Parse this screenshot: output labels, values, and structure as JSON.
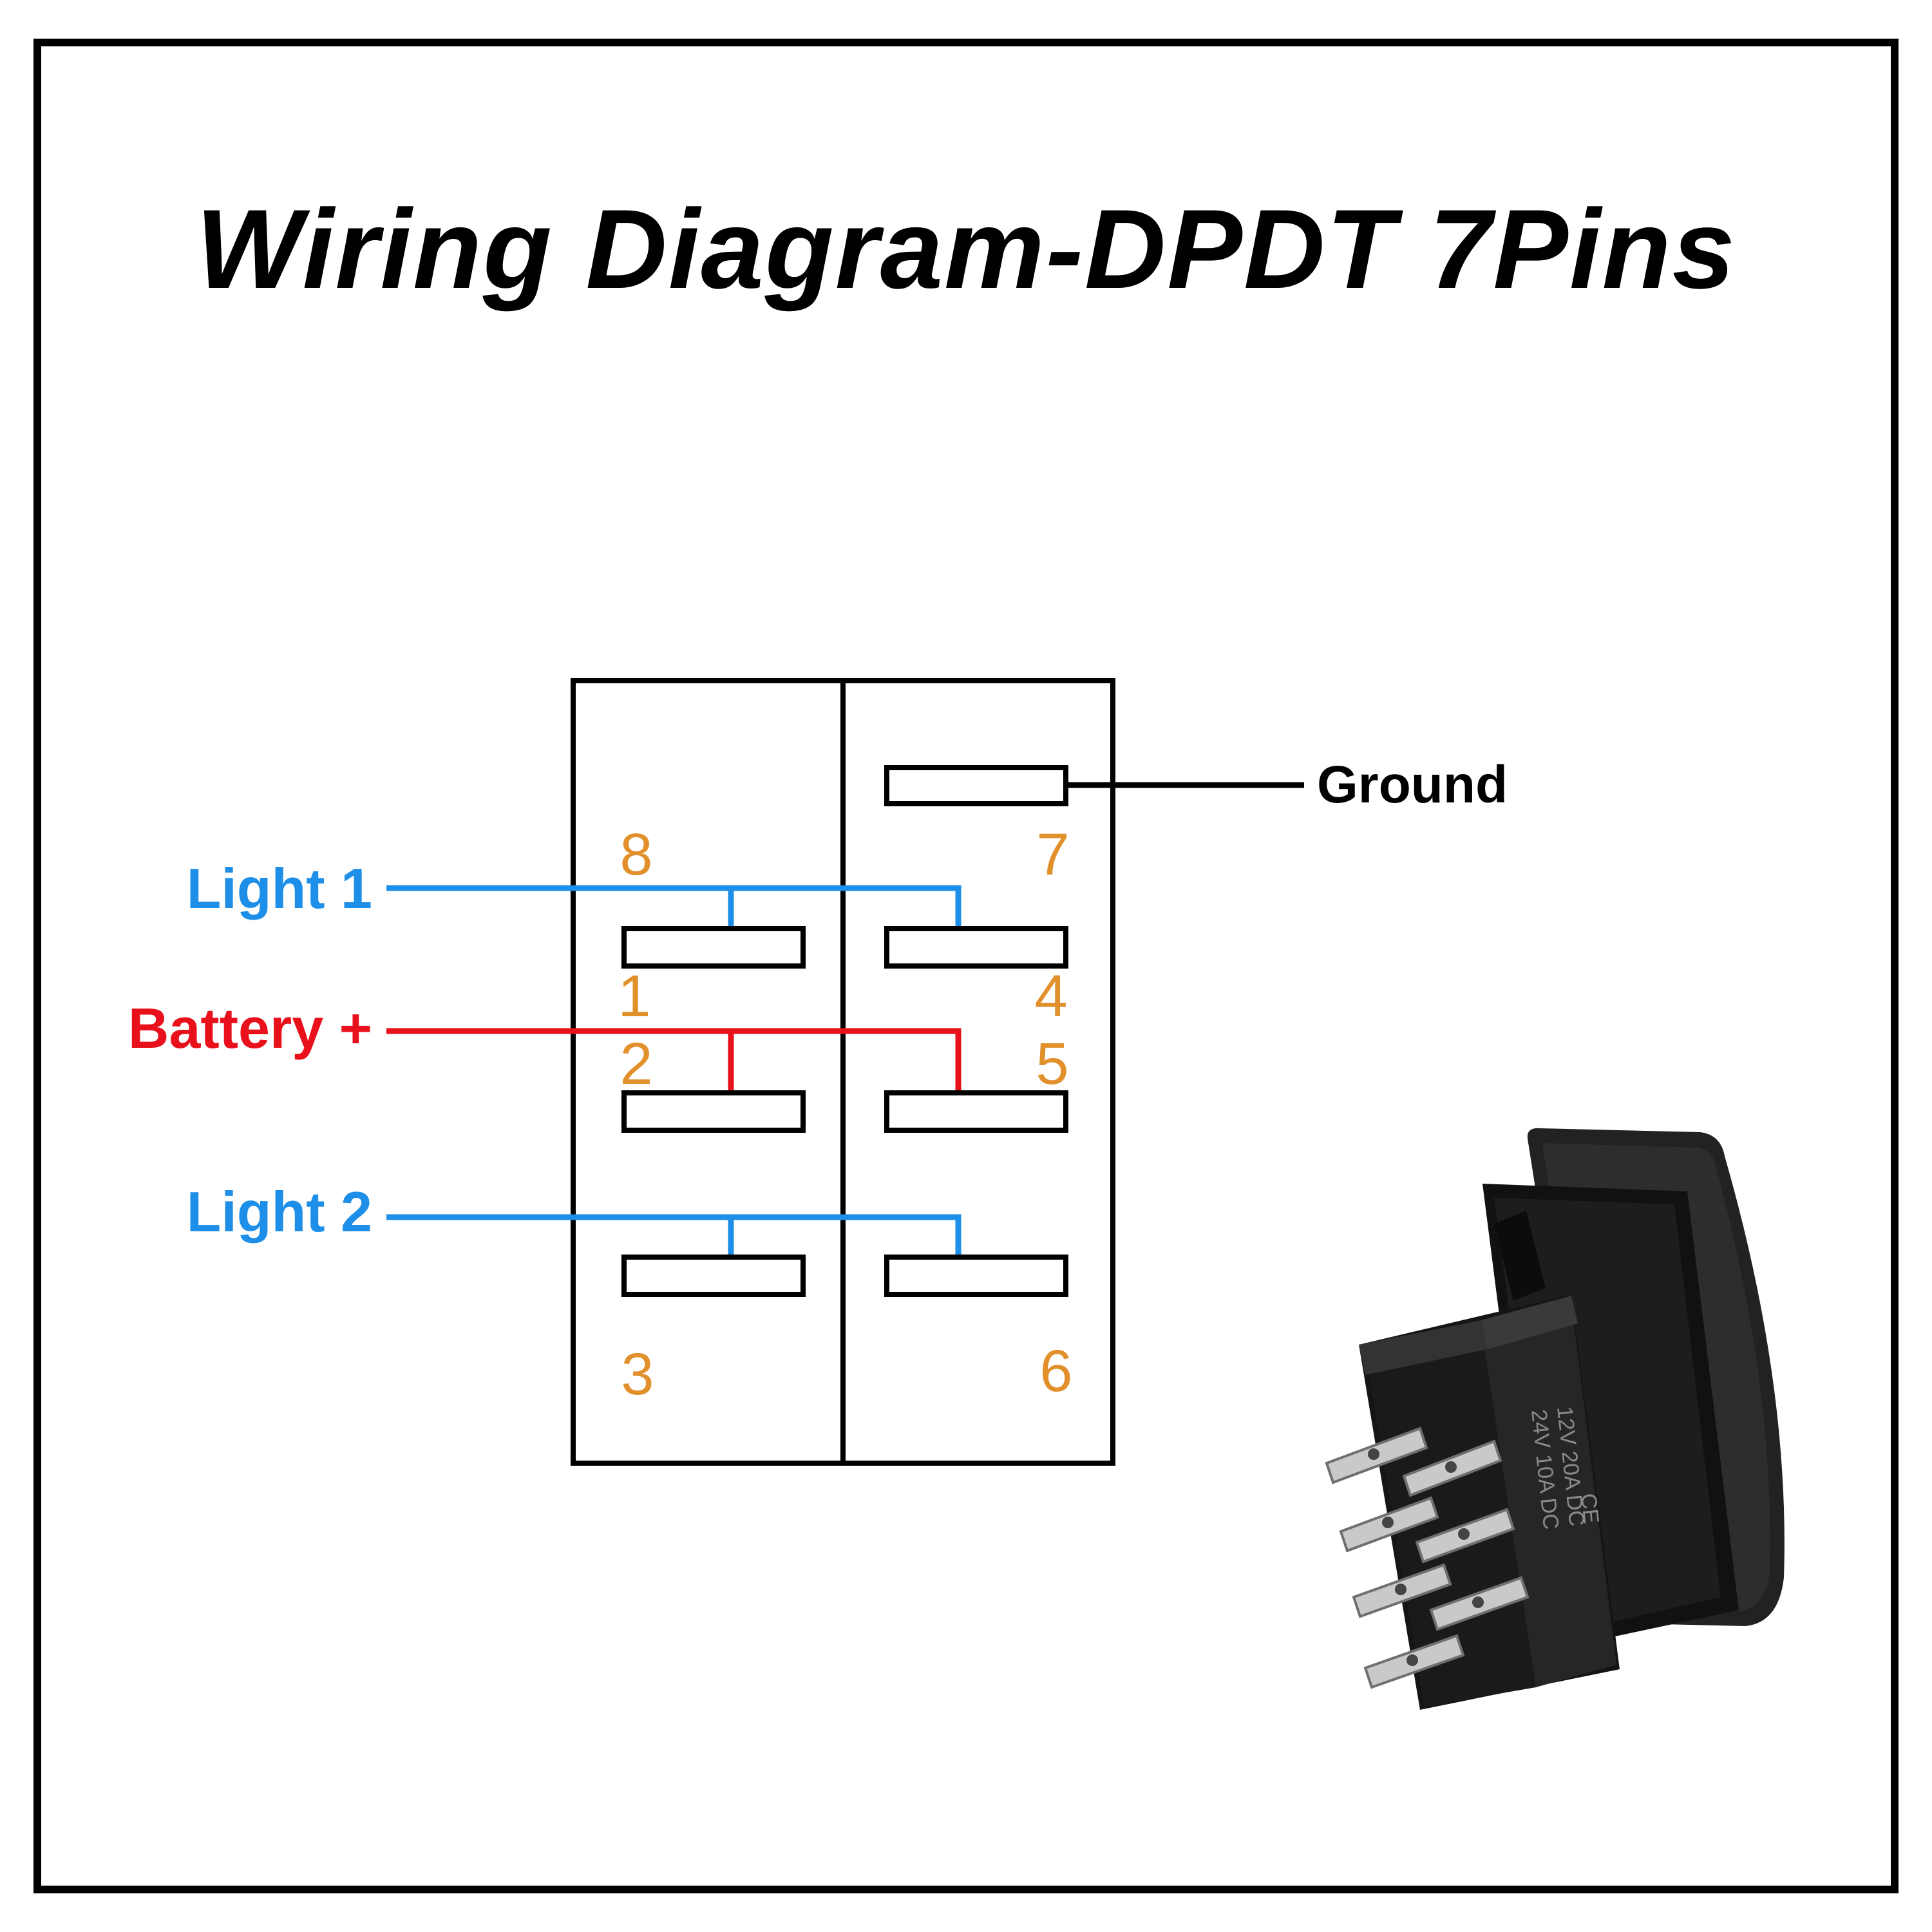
{
  "title": "Wiring Diagram-DPDT 7Pins",
  "colors": {
    "light_wire": "#1e8fe8",
    "battery_wire": "#e8101a",
    "pin_number": "#e2902c",
    "outline": "#000000",
    "ground_wire": "#000000"
  },
  "wires": {
    "light1": "Light 1",
    "battery": "Battery +",
    "light2": "Light 2",
    "ground": "Ground"
  },
  "pins": {
    "p1": "1",
    "p2": "2",
    "p3": "3",
    "p4": "4",
    "p5": "5",
    "p6": "6",
    "p7": "7",
    "p8": "8"
  },
  "switch_photo": {
    "rating_line1": "12V  20A  DC",
    "rating_line2": "24V  10A  DC",
    "mark": "CE",
    "icon": "rocker-switch-photo"
  }
}
